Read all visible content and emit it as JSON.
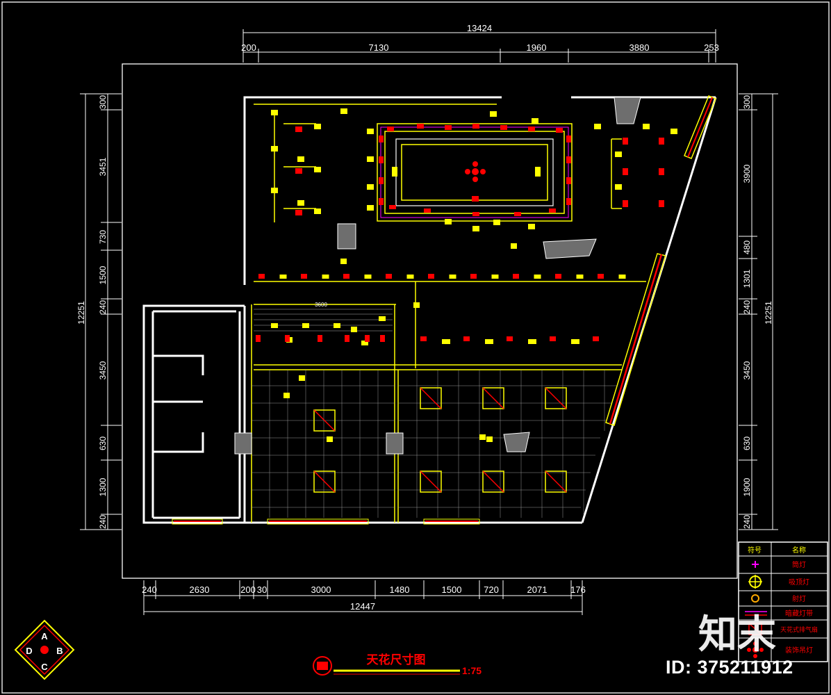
{
  "drawing": {
    "title": "天花尺寸图",
    "scale": "1:75",
    "compass": {
      "a": "A",
      "b": "B",
      "c": "C",
      "d": "D"
    }
  },
  "dimensions": {
    "top_total": "13424",
    "top": [
      "200",
      "7130",
      "1960",
      "3880",
      "253"
    ],
    "bottom": [
      "240",
      "2630",
      "200",
      "30",
      "3000",
      "1480",
      "1500",
      "720",
      "2071",
      "176"
    ],
    "bottom_total": "12447",
    "left": [
      "300",
      "3451",
      "730",
      "1500",
      "240",
      "3450",
      "630",
      "1300",
      "240"
    ],
    "left_total": "12251",
    "right": [
      "300",
      "3900",
      "480",
      "1301",
      "240",
      "3450",
      "630",
      "1900",
      "240"
    ],
    "right_total": "12251",
    "small_label": "3600"
  },
  "legend": {
    "header": [
      "符号",
      "名称"
    ],
    "rows": [
      {
        "icon": "plus-icon",
        "name": "筒灯"
      },
      {
        "icon": "target-icon",
        "name": "吸顶灯"
      },
      {
        "icon": "ring-icon",
        "name": "射灯"
      },
      {
        "icon": "strip-icon",
        "name": "暗藏灯带"
      },
      {
        "icon": "vent-icon",
        "name": "天花式排气扇"
      },
      {
        "icon": "chandelier-icon",
        "name": "装饰吊灯"
      }
    ]
  },
  "watermark": {
    "logo": "知末",
    "id": "ID: 375211912"
  },
  "colors": {
    "wall": "#ffffff",
    "light": "#ffff00",
    "lamp": "#ff0000",
    "accent": "#ff00ff"
  }
}
